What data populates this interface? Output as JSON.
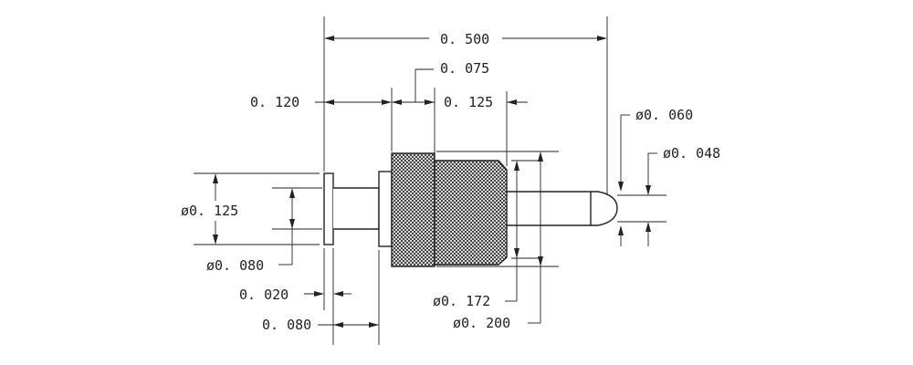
{
  "dimensions": {
    "overall_length": "0. 500",
    "knurl_step": "0. 075",
    "front_length": "0. 120",
    "knurl_length": "0. 125",
    "tip_diameter": "ø0. 060",
    "pin_diameter": "ø0. 048",
    "flange_diameter": "ø0. 125",
    "shank_diameter": "ø0. 080",
    "flange_thickness": "0. 020",
    "shank_length": "0. 080",
    "body_diameter": "ø0. 172",
    "knurl_diameter": "ø0. 200"
  }
}
